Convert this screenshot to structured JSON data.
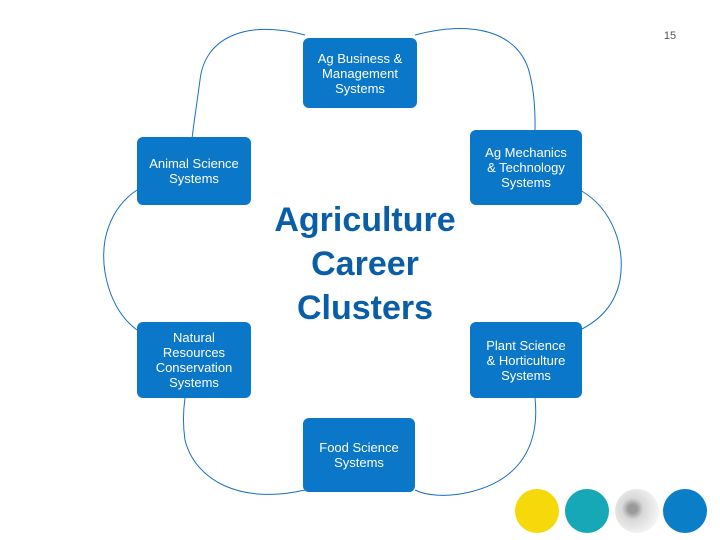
{
  "slide": {
    "number": "15"
  },
  "title": "Agriculture\nCareer\nClusters",
  "clusters": [
    {
      "label": "Ag Business &\nManagement\nSystems"
    },
    {
      "label": "Ag Mechanics\n& Technology\nSystems"
    },
    {
      "label": "Plant Science\n& Horticulture\nSystems"
    },
    {
      "label": "Food Science\nSystems"
    },
    {
      "label": "Natural\nResources\nConservation\nSystems"
    },
    {
      "label": "Animal Science\nSystems"
    }
  ],
  "colors": {
    "box": "#0a77c9",
    "connector": "#1a6fc0",
    "title": "#0a5ea8",
    "decor": [
      "#f5d90a",
      "#17a8b8",
      "#e8e8e8",
      "#0a7fc8"
    ]
  }
}
